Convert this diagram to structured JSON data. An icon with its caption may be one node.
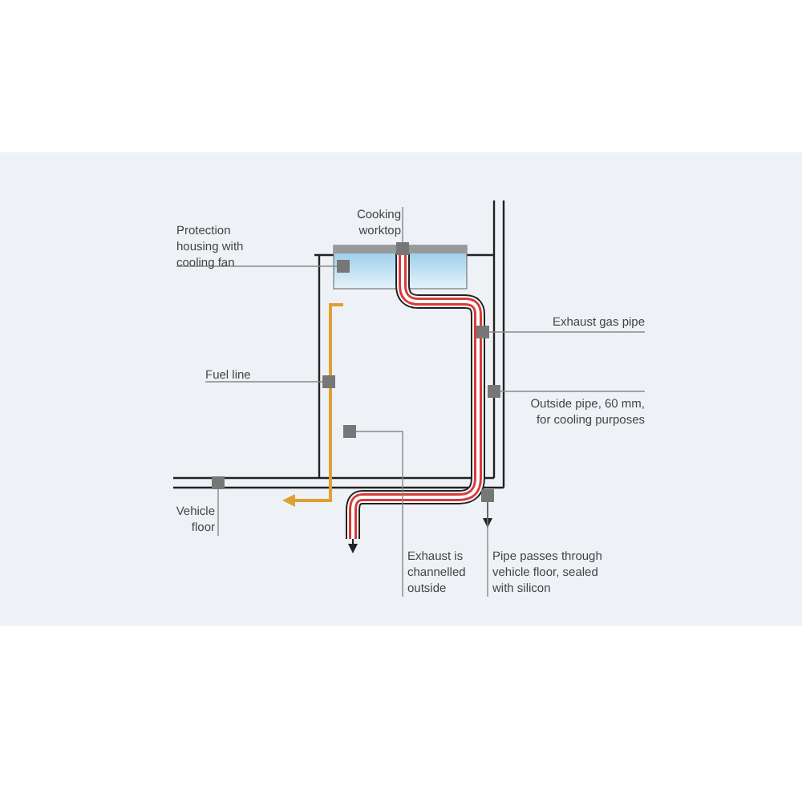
{
  "diagram": {
    "nodes": [
      {
        "text": [
          "Cooking worktop"
        ]
      },
      {
        "text": [
          "Protection housing with cooling fan"
        ]
      },
      {
        "text": [
          "Exhaust gas pipe"
        ]
      },
      {
        "text": [
          "Fuel line"
        ]
      },
      {
        "text": [
          "Outside pipe, 60 mm, for cooling purposes"
        ]
      },
      {
        "text": [
          "Vehicle floor"
        ]
      },
      {
        "text": [
          "Exhaust is channelled outside"
        ]
      },
      {
        "text": [
          "Pipe passes through vehicle floor, sealed with silicon"
        ]
      },
      {
        "text": [],
        "shape": "box"
      },
      {
        "text": [],
        "shape": "box"
      },
      {
        "text": [],
        "shape": "box"
      },
      {
        "text": [],
        "shape": "box"
      },
      {
        "text": [],
        "shape": "box"
      },
      {
        "text": [],
        "shape": "box"
      },
      {
        "text": [],
        "shape": "box"
      },
      {
        "text": [],
        "shape": "box"
      }
    ],
    "edges": [
      {
        "from": 0,
        "to": 8,
        "arrow": "none"
      },
      {
        "from": 1,
        "to": 9,
        "arrow": "none"
      },
      {
        "from": 2,
        "to": 10,
        "arrow": "none"
      },
      {
        "from": 3,
        "to": 11,
        "arrow": "none"
      },
      {
        "from": 4,
        "to": 12,
        "arrow": "none"
      },
      {
        "from": 5,
        "to": 13,
        "arrow": "none"
      },
      {
        "from": 6,
        "to": 14,
        "arrow": "none"
      },
      {
        "from": 7,
        "to": 15,
        "arrow": "none"
      }
    ]
  }
}
